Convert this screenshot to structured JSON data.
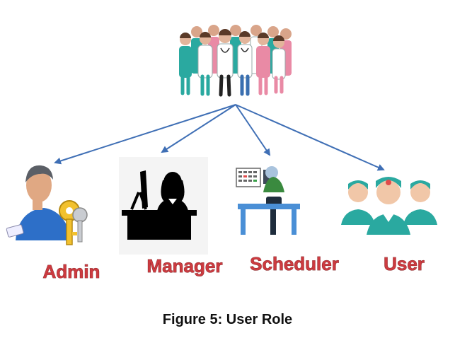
{
  "staff_group": {
    "icon": "medical-staff-group-icon"
  },
  "roles": [
    {
      "label": "Admin",
      "icon": "admin-key-icon"
    },
    {
      "label": "Manager",
      "icon": "manager-desk-icon"
    },
    {
      "label": "Scheduler",
      "icon": "scheduler-desk-icon"
    },
    {
      "label": "User",
      "icon": "nurses-group-icon"
    }
  ],
  "caption": "Figure 5: User Role",
  "colors": {
    "arrow": "#3f6fb5",
    "label_fill": "#cc3b40",
    "label_outline": "#7a1c1f",
    "teal": "#2aa9a0",
    "pink": "#e98aa5"
  }
}
